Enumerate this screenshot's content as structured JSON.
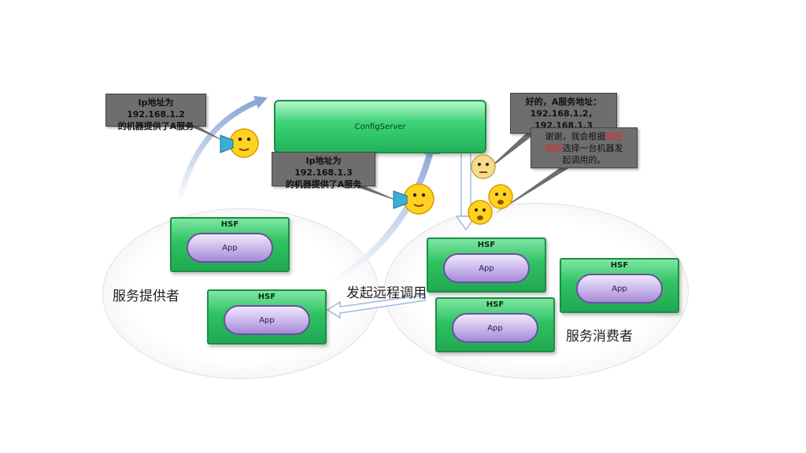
{
  "config_server": {
    "label": "ConfigServer"
  },
  "providers": {
    "label": "服务提供者",
    "nodes": [
      {
        "hsf": "HSF",
        "app": "App"
      },
      {
        "hsf": "HSF",
        "app": "App"
      }
    ]
  },
  "consumers": {
    "label": "服务消费者",
    "nodes": [
      {
        "hsf": "HSF",
        "app": "App"
      },
      {
        "hsf": "HSF",
        "app": "App"
      },
      {
        "hsf": "HSF",
        "app": "App"
      }
    ]
  },
  "callouts": {
    "provider1": {
      "line1": "Ip地址为192.168.1.2",
      "line2": "的机器提供了A服务"
    },
    "provider2": {
      "line1": "Ip地址为192.168.1.3",
      "line2": "的机器提供了A服务"
    },
    "server_reply": {
      "line1": "好的，A服务地址：",
      "line2": "192.168.1.2，",
      "line3": "192.168.1.3"
    },
    "consumer_reply": {
      "pre": "谢谢，我会根据",
      "highlight1": "相应",
      "highlight2": "规则",
      "post": "选择一台机器发",
      "line3": "起调用的。"
    }
  },
  "remote_call_label": "发起远程调用",
  "colors": {
    "node_green": "#2fc262",
    "app_purple": "#c4b0e8",
    "arrow_blue": "#9fb8e0",
    "callout_gray": "#6e6e6e",
    "highlight_red": "#e8262a"
  },
  "icons": [
    "smiley-megaphone-icon",
    "smiley-thinking-icon",
    "smiley-talking-icon"
  ]
}
